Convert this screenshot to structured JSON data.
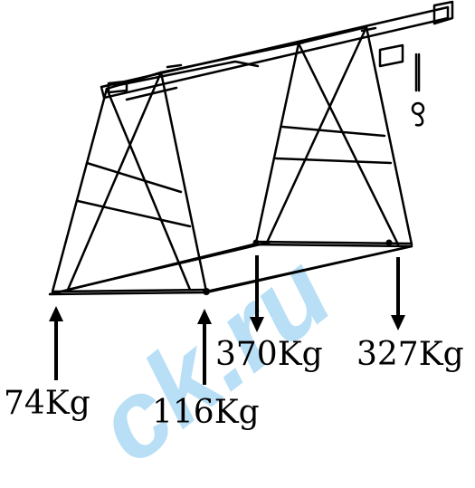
{
  "diagram": {
    "watermark_text": "ck.ru",
    "watermark_color": "#7fc6ef",
    "loads": [
      {
        "label": "74Kg",
        "direction": "up"
      },
      {
        "label": "116Kg",
        "direction": "up"
      },
      {
        "label": "370Kg",
        "direction": "down"
      },
      {
        "label": "327Kg",
        "direction": "down"
      }
    ]
  }
}
